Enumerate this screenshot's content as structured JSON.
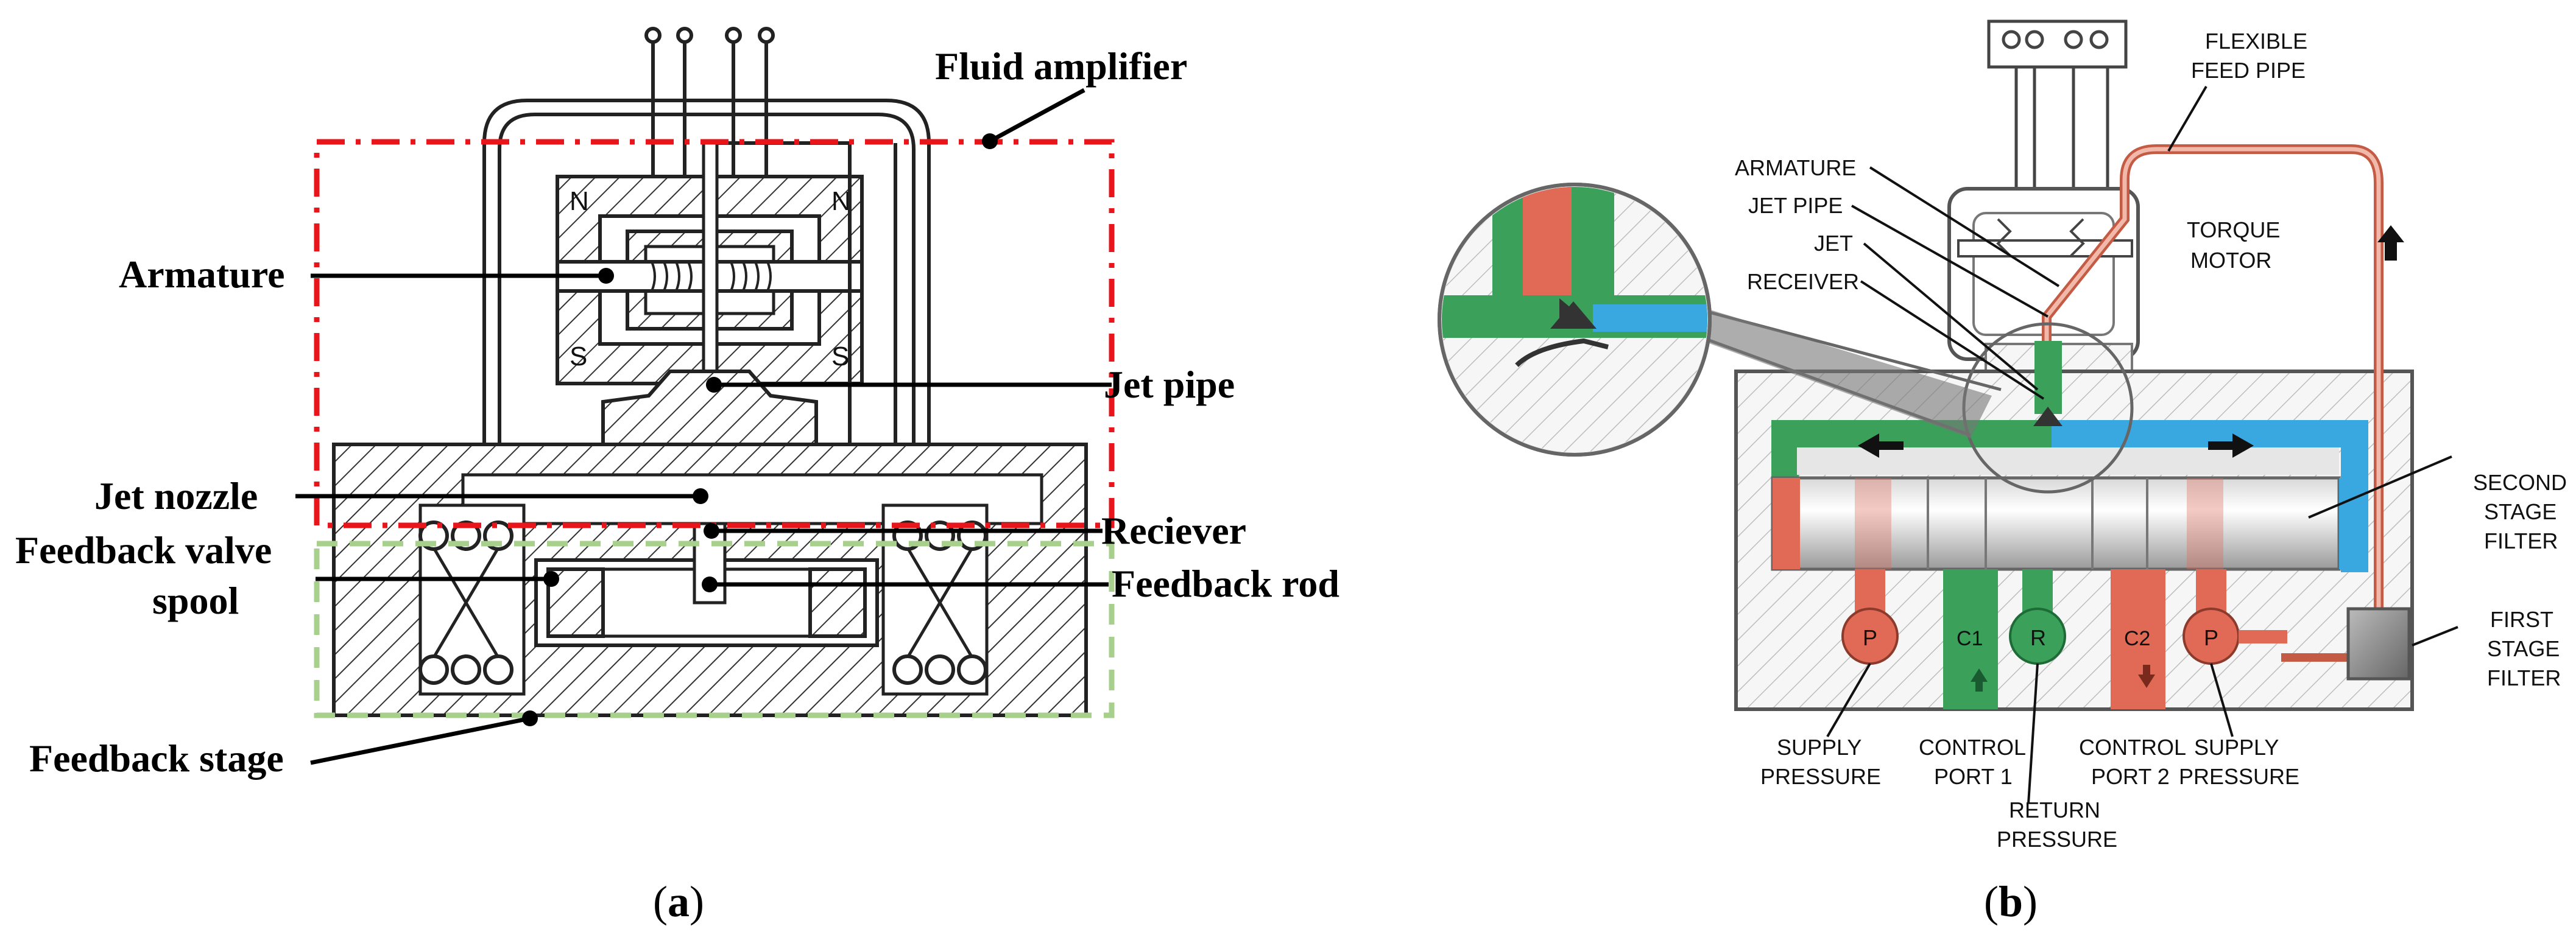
{
  "panel_a": {
    "labels": {
      "fluid_amplifier": "Fluid amplifier",
      "armature": "Armature",
      "jet_pipe": "Jet pipe",
      "jet_nozzle": "Jet nozzle",
      "receiver": "Reciever",
      "feedback_valve_spool_line1": "Feedback valve",
      "feedback_valve_spool_line2": "spool",
      "feedback_rod": "Feedback rod",
      "feedback_stage": "Feedback stage",
      "magnet_n_left": "N",
      "magnet_n_right": "N",
      "magnet_s_left": "S",
      "magnet_s_right": "S"
    },
    "caption_letter": "a",
    "colors": {
      "fluid_amplifier_box": "#e8161b",
      "feedback_stage_box": "#a8d08d"
    }
  },
  "panel_b": {
    "labels": {
      "flexible_feed_pipe_line1": "FLEXIBLE",
      "flexible_feed_pipe_line2": "FEED PIPE",
      "armature": "ARMATURE",
      "jet_pipe": "JET PIPE",
      "jet": "JET",
      "receiver": "RECEIVER",
      "torque_motor_line1": "TORQUE",
      "torque_motor_line2": "MOTOR",
      "second_stage_filter_line1": "SECOND",
      "second_stage_filter_line2": "STAGE",
      "second_stage_filter_line3": "FILTER",
      "first_stage_filter_line1": "FIRST",
      "first_stage_filter_line2": "STAGE",
      "first_stage_filter_line3": "FILTER",
      "supply_pressure_left_line1": "SUPPLY",
      "supply_pressure_left_line2": "PRESSURE",
      "control_port_1_line1": "CONTROL",
      "control_port_1_line2": "PORT 1",
      "return_pressure_line1": "RETURN",
      "return_pressure_line2": "PRESSURE",
      "control_port_2_line1": "CONTROL",
      "control_port_2_line2": "PORT 2",
      "supply_pressure_right_line1": "SUPPLY",
      "supply_pressure_right_line2": "PRESSURE",
      "port_p_left": "P",
      "port_c1": "C1",
      "port_r": "R",
      "port_c2": "C2",
      "port_p_right": "P"
    },
    "caption_letter": "b",
    "colors": {
      "supply": "#e06a55",
      "return": "#3aa05a",
      "control_blue": "#3aa8e0",
      "body": "#f4f4f4"
    }
  }
}
